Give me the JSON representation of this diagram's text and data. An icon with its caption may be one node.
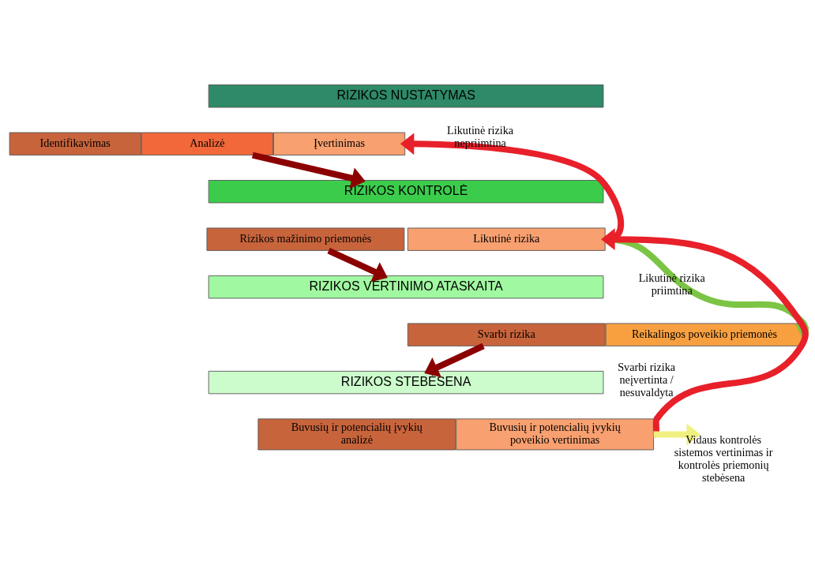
{
  "diagram": {
    "nodes": [
      {
        "text": [
          "RIZIKOS NUSTATYMAS"
        ]
      },
      {
        "text": [
          "Identifikavimas"
        ]
      },
      {
        "text": [
          "Analizė"
        ]
      },
      {
        "text": [
          "Įvertinimas"
        ]
      },
      {
        "text": [
          "RIZIKOS KONTROLĖ"
        ]
      },
      {
        "text": [
          "Rizikos mažinimo priemonės"
        ]
      },
      {
        "text": [
          "Likutinė rizika"
        ]
      },
      {
        "text": [
          "RIZIKOS VERTINIMO ATASKAITA"
        ]
      },
      {
        "text": [
          "Svarbi rizika"
        ]
      },
      {
        "text": [
          "Reikalingos poveikio priemonės"
        ]
      },
      {
        "text": [
          "RIZIKOS STEBĖSENA"
        ]
      },
      {
        "text": [
          "Buvusių ir potencialių įvykių analizė"
        ]
      },
      {
        "text": [
          "Buvusių ir potencialių įvykių poveikio vertinimas"
        ]
      }
    ],
    "edges": [
      {
        "from": 2,
        "to": 4,
        "arrow": "to",
        "color": "#8b0000"
      },
      {
        "from": 5,
        "to": 7,
        "arrow": "to",
        "color": "#8b0000"
      },
      {
        "from": 8,
        "to": 10,
        "arrow": "to",
        "color": "#8b0000"
      },
      {
        "from": 6,
        "to": 3,
        "arrow": "to",
        "label": "Likutinė rizika nepriimtina",
        "color": "#e8202a"
      },
      {
        "from": 6,
        "to": 9,
        "arrow": "to",
        "label": "Likutinė rizika priimtina",
        "color": "#7cc444"
      },
      {
        "from": 12,
        "to": 6,
        "arrow": "to",
        "label": "Svarbi rizika neįvertinta / nesuvaldyta",
        "color": "#e8202a"
      },
      {
        "from": 12,
        "to": null,
        "arrow": "to",
        "label": "Vidaus kontrolės sistemos vertinimas ir kontrolės priemonių stebėsena",
        "color": "#f0f080"
      }
    ]
  }
}
